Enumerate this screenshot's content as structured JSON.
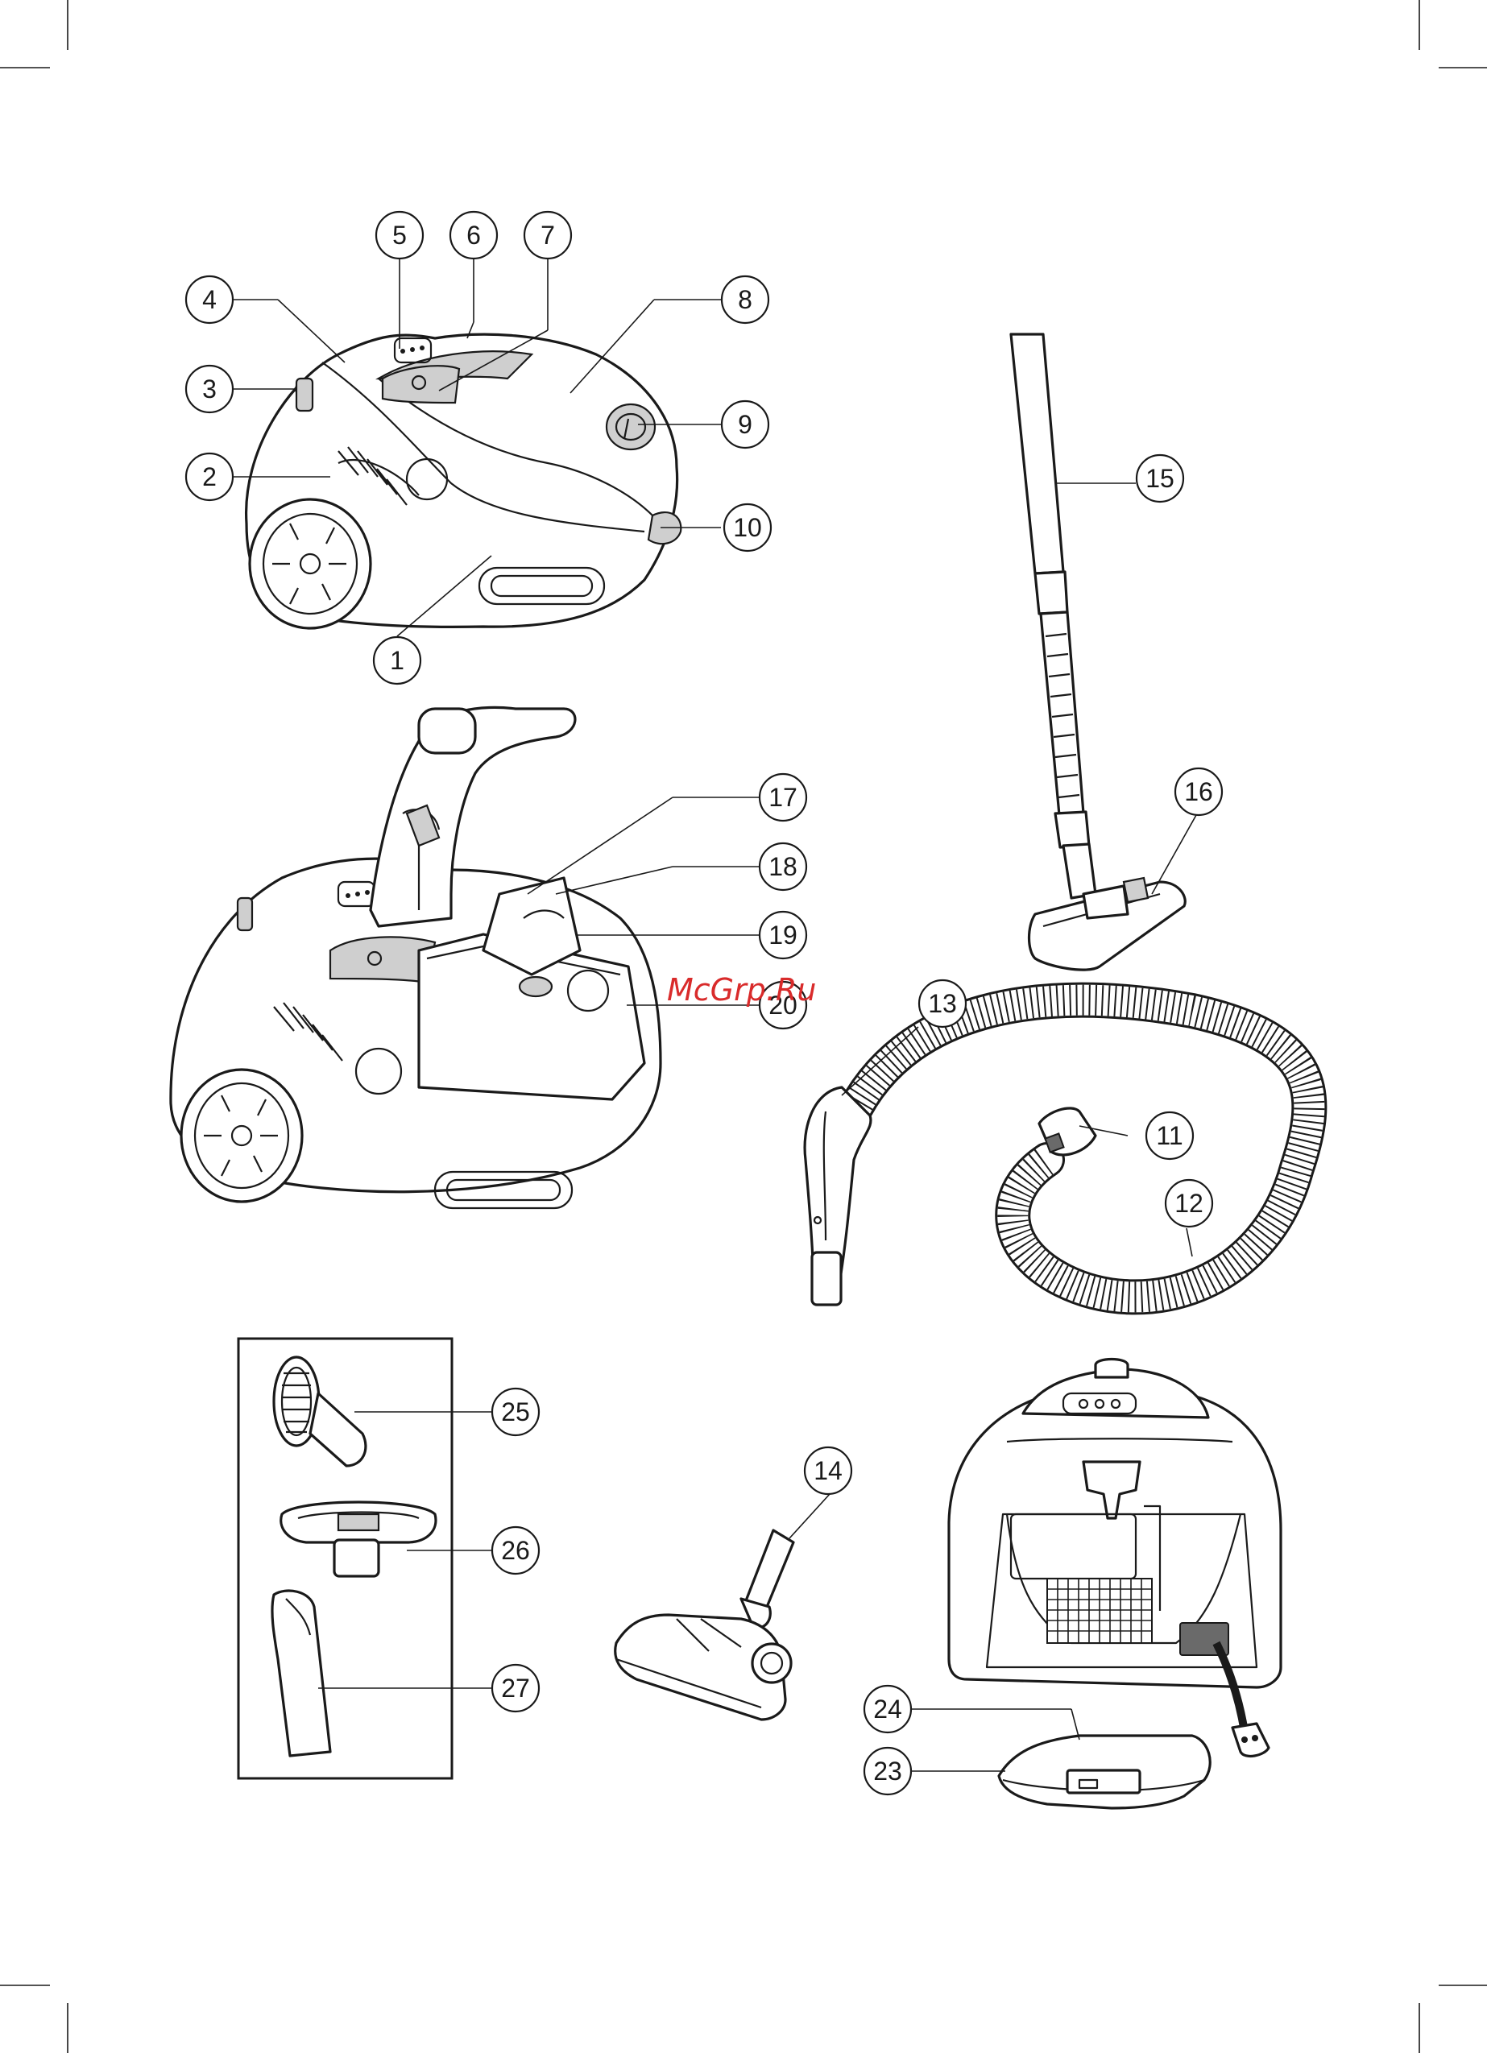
{
  "watermark": "McGrp.Ru",
  "callouts": [
    "1",
    "2",
    "3",
    "4",
    "5",
    "6",
    "7",
    "8",
    "9",
    "10",
    "11",
    "12",
    "13",
    "14",
    "15",
    "16",
    "17",
    "18",
    "19",
    "20",
    "23",
    "24",
    "25",
    "26",
    "27"
  ],
  "parts": {
    "vacuum_main": "vacuum-cleaner-body",
    "vacuum_open": "vacuum-cleaner-lid-open",
    "tube": "telescopic-tube",
    "floor_nozzle": "floor-nozzle",
    "hose": "hose-with-handgrip",
    "turbo_brush": "turbo-brush",
    "accessories": [
      "brush-nozzle",
      "upholstery-nozzle",
      "crevice-tool"
    ],
    "vacuum_back": "vacuum-rear-view",
    "filter_grille": "exhaust-filter-grille"
  },
  "colors": {
    "line": "#1a1a1a",
    "fill": "#ffffff",
    "shade": "#cfcfcf",
    "watermark": "#d92b2b"
  }
}
